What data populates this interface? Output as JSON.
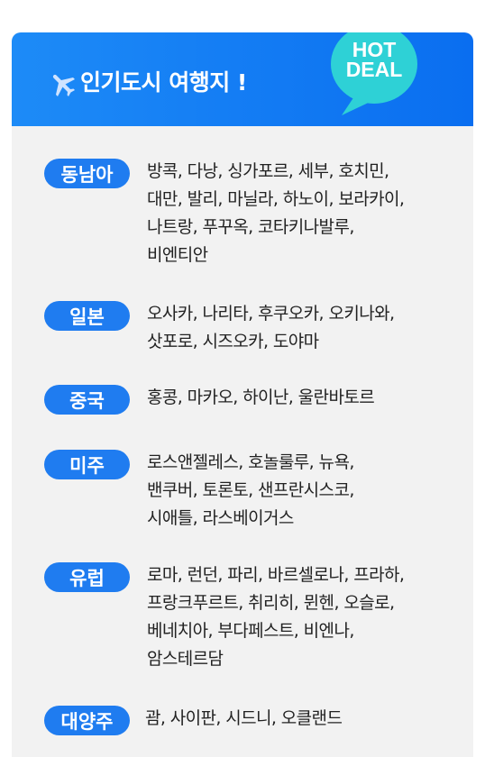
{
  "header": {
    "title": "인기도시 여행지 !",
    "badge_line1": "HOT",
    "badge_line2": "DEAL",
    "icon": "airplane-icon"
  },
  "colors": {
    "header_gradient_start": "#1d8bf7",
    "header_gradient_end": "#0a6ef0",
    "badge_bubble": "#2ed1d6",
    "region_pill": "#1f7cf0",
    "card_background": "#f2f2f2",
    "text": "#222222"
  },
  "regions": [
    {
      "label": "동남아",
      "lines": [
        "방콕, 다낭, 싱가포르, 세부, 호치민,",
        "대만, 발리, 마닐라, 하노이, 보라카이,",
        "나트랑, 푸꾸옥, 코타키나발루,",
        "비엔티안"
      ]
    },
    {
      "label": "일본",
      "lines": [
        "오사카, 나리타, 후쿠오카, 오키나와,",
        "삿포로, 시즈오카, 도야마"
      ]
    },
    {
      "label": "중국",
      "lines": [
        "홍콩, 마카오, 하이난, 울란바토르"
      ]
    },
    {
      "label": "미주",
      "lines": [
        "로스앤젤레스, 호놀룰루, 뉴욕,",
        "밴쿠버,  토론토, 샌프란시스코,",
        "시애틀, 라스베이거스"
      ]
    },
    {
      "label": "유럽",
      "lines": [
        "로마, 런던, 파리, 바르셀로나, 프라하,",
        "프랑크푸르트, 취리히, 뮌헨, 오슬로,",
        "베네치아,  부다페스트, 비엔나,",
        "암스테르담"
      ]
    },
    {
      "label": "대양주",
      "lines": [
        "괌, 사이판, 시드니, 오클랜드"
      ]
    }
  ]
}
